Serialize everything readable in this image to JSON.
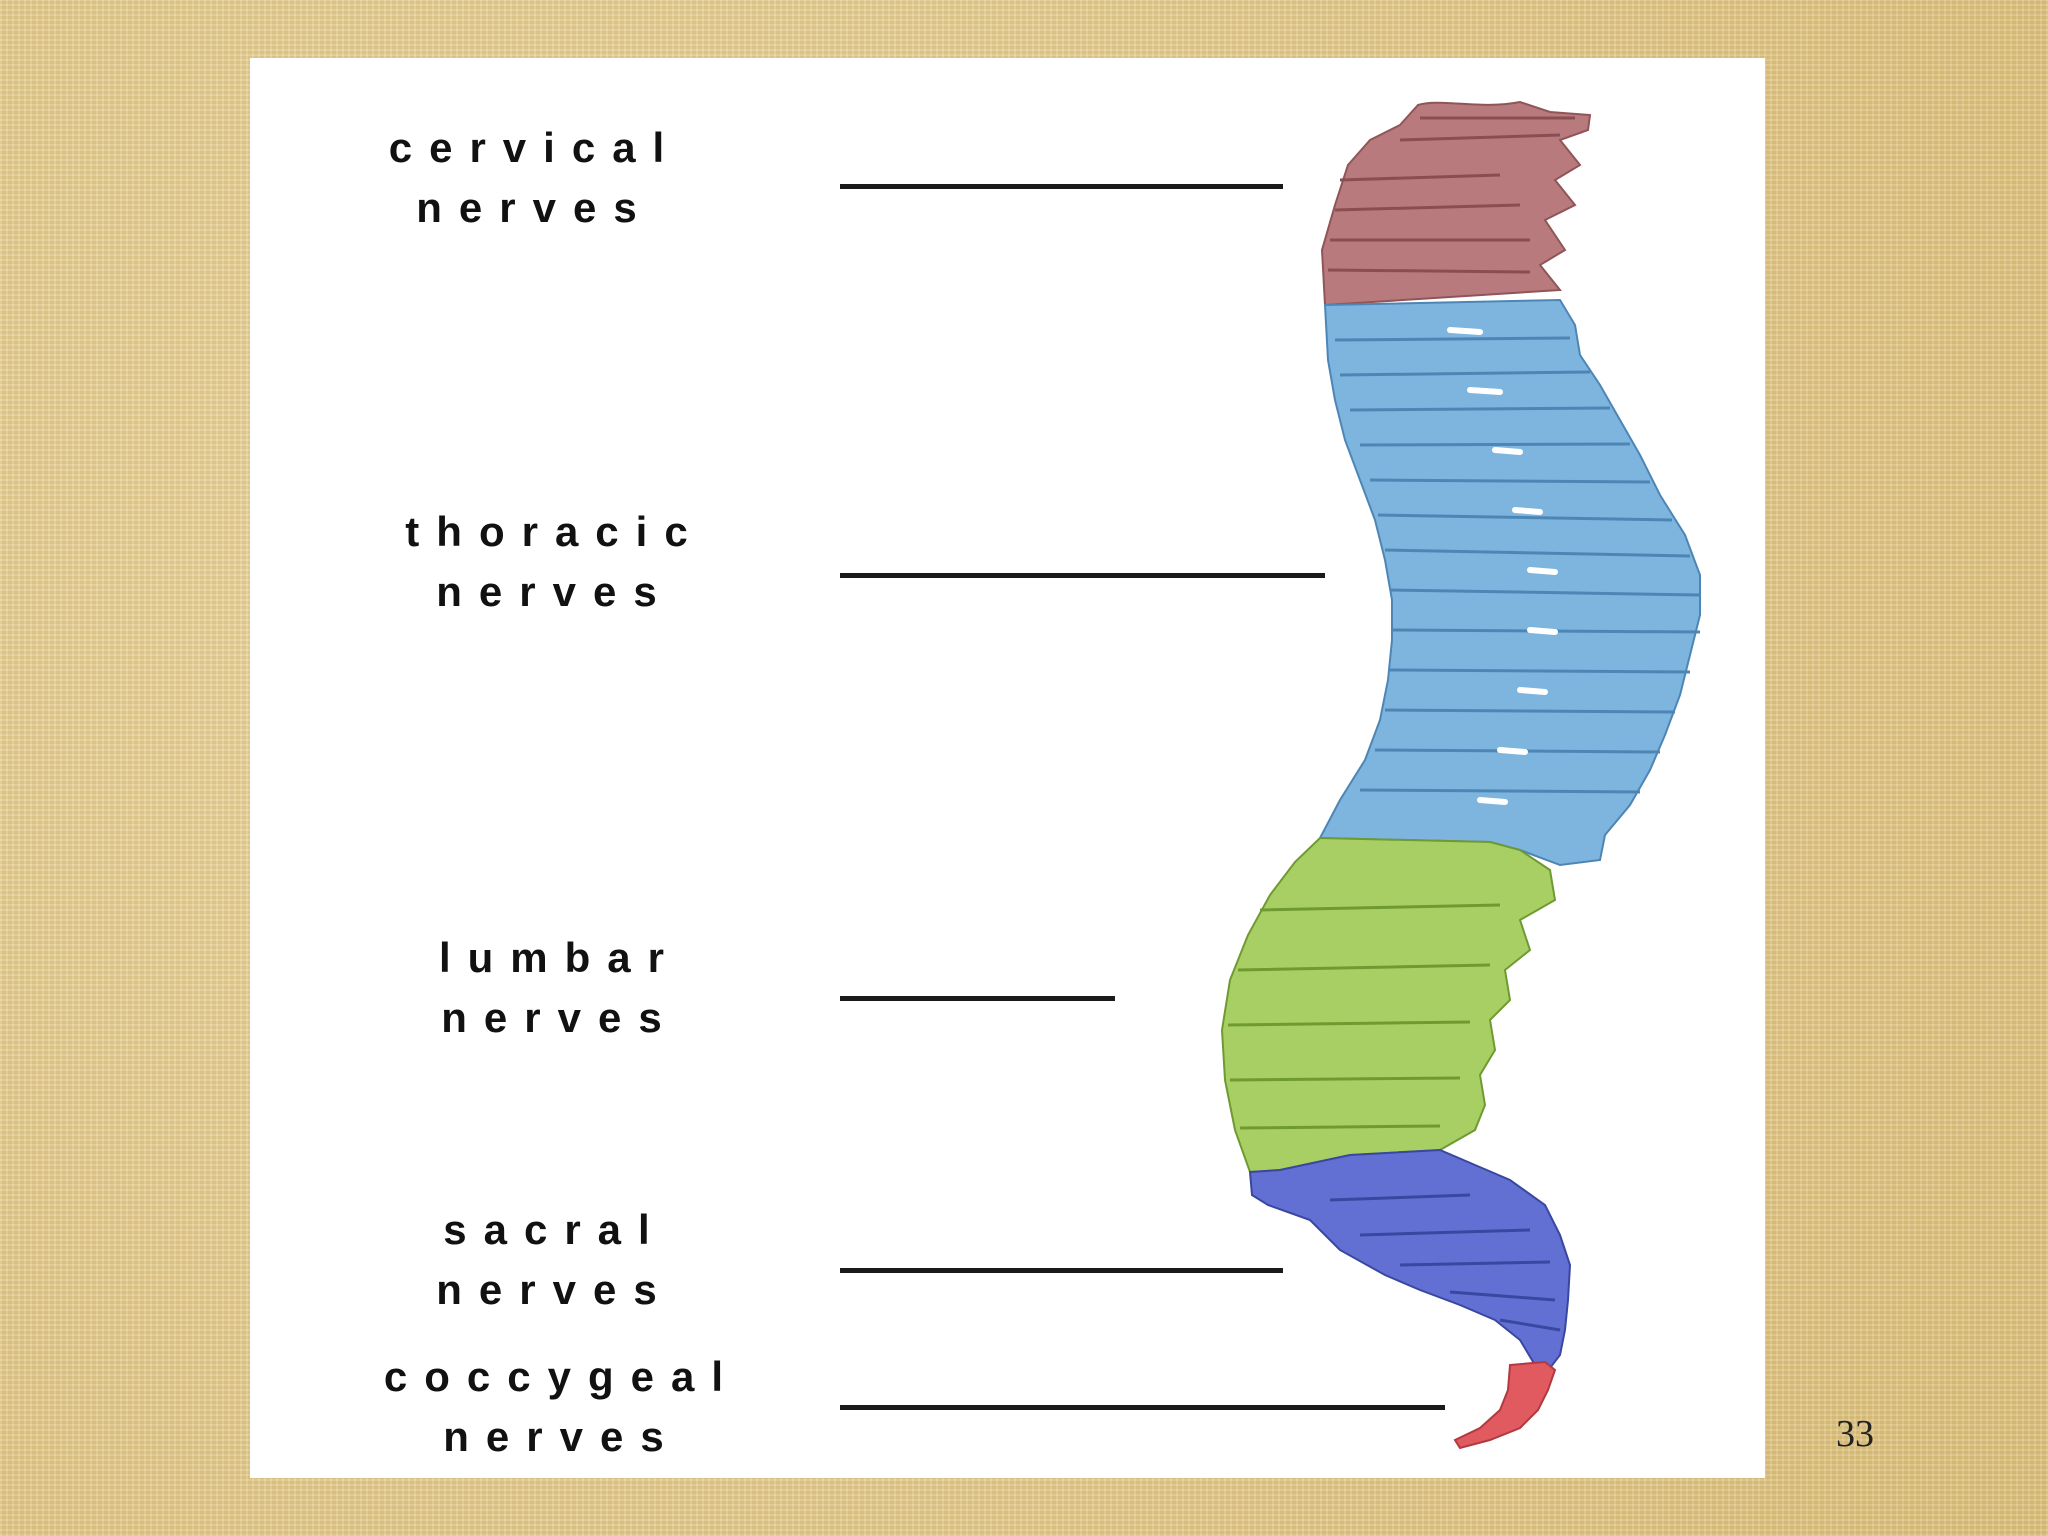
{
  "regions": [
    {
      "id": "cervical",
      "line1": "cervical",
      "line2": "nerves",
      "color": "#b97a7d"
    },
    {
      "id": "thoracic",
      "line1": "thoracic",
      "line2": "nerves",
      "color": "#7db5df"
    },
    {
      "id": "lumbar",
      "line1": "lumbar",
      "line2": "nerves",
      "color": "#a8cf63"
    },
    {
      "id": "sacral",
      "line1": "sacral",
      "line2": "nerves",
      "color": "#6170d2"
    },
    {
      "id": "coccygeal",
      "line1": "coccygeal",
      "line2": "nerves",
      "color": "#e05a5f"
    }
  ],
  "page_number": "33"
}
